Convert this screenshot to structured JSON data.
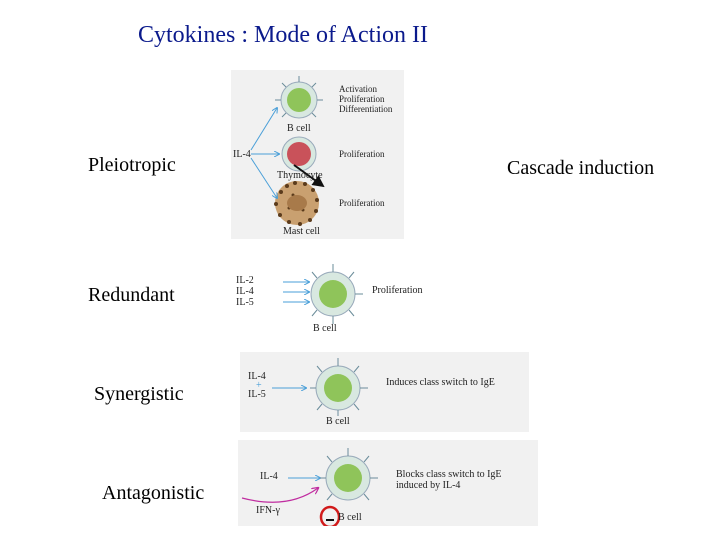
{
  "slide": {
    "title": "Cytokines :  Mode of Action II",
    "labels": {
      "pleiotropic": "Pleiotropic",
      "redundant": "Redundant",
      "synergistic": "Synergistic",
      "antagonistic": "Antagonistic",
      "cascade": "Cascade induction"
    }
  },
  "pleiotropic_panel": {
    "cytokine": "IL-4",
    "b_cell_label": "B cell",
    "b_cell_effects": [
      "Activation",
      "Proliferation",
      "Differentiation"
    ],
    "thymocyte_label": "Thymocyte",
    "thymocyte_effect": "Proliferation",
    "mast_cell_label": "Mast cell",
    "mast_cell_effect": "Proliferation"
  },
  "redundant_panel": {
    "cytokines": [
      "IL-2",
      "IL-4",
      "IL-5"
    ],
    "effect": "Proliferation",
    "cell_label": "B cell"
  },
  "synergistic_panel": {
    "cytokine_a": "IL-4",
    "plus": "+",
    "cytokine_b": "IL-5",
    "effect": "Induces class switch to IgE",
    "cell_label": "B cell"
  },
  "antagonistic_panel": {
    "cytokine_a": "IL-4",
    "cytokine_b": "IFN-γ",
    "effect_line1": "Blocks class switch to IgE",
    "effect_line2": "induced by IL-4",
    "cell_label": "B cell"
  },
  "colors": {
    "title": "#0b1a8c",
    "arrow": "#4a9fd8",
    "inhibit_arrow": "#c02da0",
    "cell_nucleus": "#8fc45a",
    "cell_ring": "#d8e8e0",
    "thymocyte_nucleus": "#c9525a",
    "mast_cell_granules": "#5b3b1c",
    "inhibition_circle": "#d11a1a"
  }
}
